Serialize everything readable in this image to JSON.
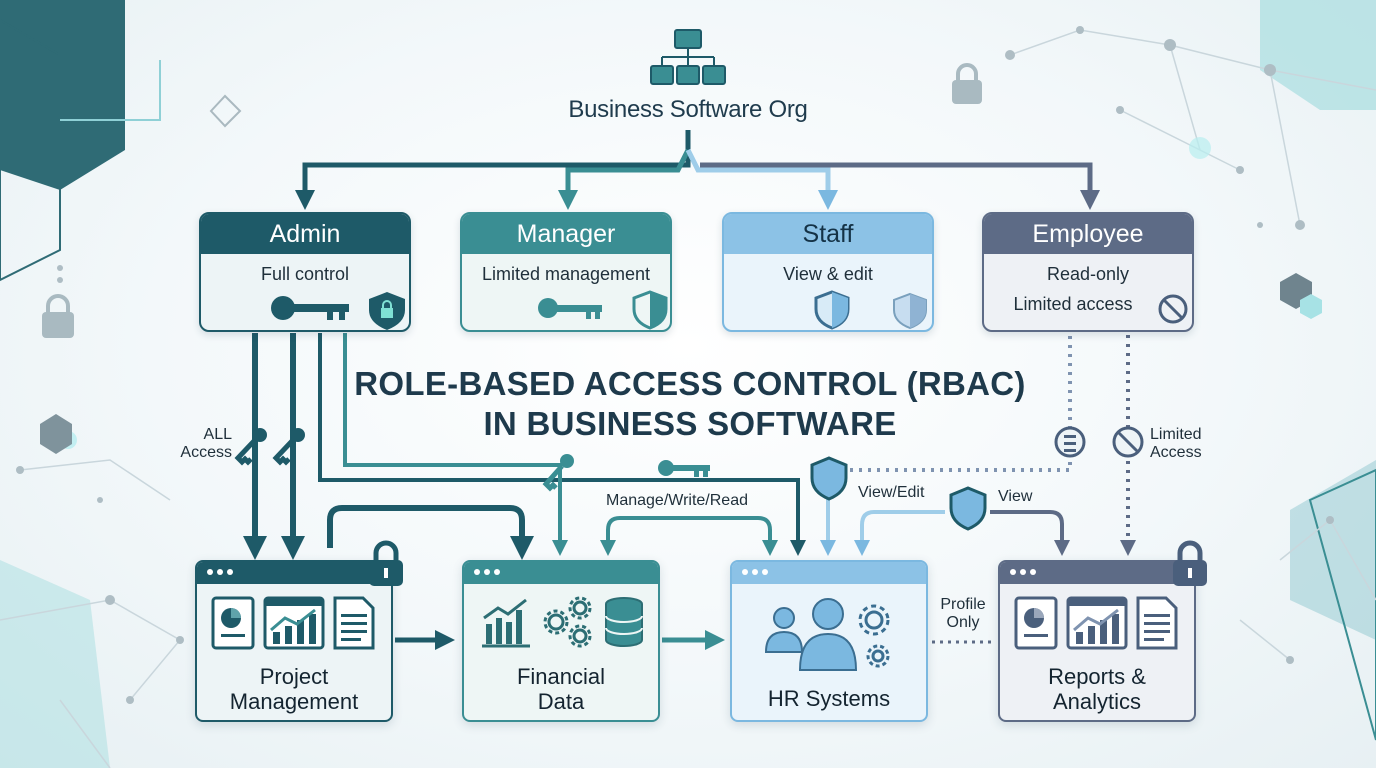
{
  "org": {
    "title": "Business Software Org",
    "icon": "org-chart-icon"
  },
  "title": {
    "line1": "ROLE-BASED ACCESS CONTROL (RBAC)",
    "line2": "IN BUSINESS SOFTWARE"
  },
  "roles": [
    {
      "name": "Admin",
      "line1": "Full control",
      "line2": "",
      "color": "#1e5a68"
    },
    {
      "name": "Manager",
      "line1": "Limited management",
      "line2": "",
      "color": "#3a8e93"
    },
    {
      "name": "Staff",
      "line1": "View & edit",
      "line2": "",
      "color": "#7bb8e0"
    },
    {
      "name": "Employee",
      "line1": "Read-only",
      "line2": "Limited access",
      "color": "#5d6b86"
    }
  ],
  "systems": [
    {
      "line1": "Project",
      "line2": "Management",
      "color": "#1e5a68"
    },
    {
      "line1": "Financial",
      "line2": "Data",
      "color": "#3a8e93"
    },
    {
      "line1": "HR Systems",
      "line2": "",
      "color": "#7bb8e0"
    },
    {
      "line1": "Reports &",
      "line2": "Analytics",
      "color": "#5d6b86"
    }
  ],
  "labels": {
    "all_access_1": "ALL",
    "all_access_2": "Access",
    "manage": "Manage/Write/Read",
    "view_edit": "View/Edit",
    "view": "View",
    "limited_1": "Limited",
    "limited_2": "Access",
    "profile_1": "Profile",
    "profile_2": "Only"
  }
}
